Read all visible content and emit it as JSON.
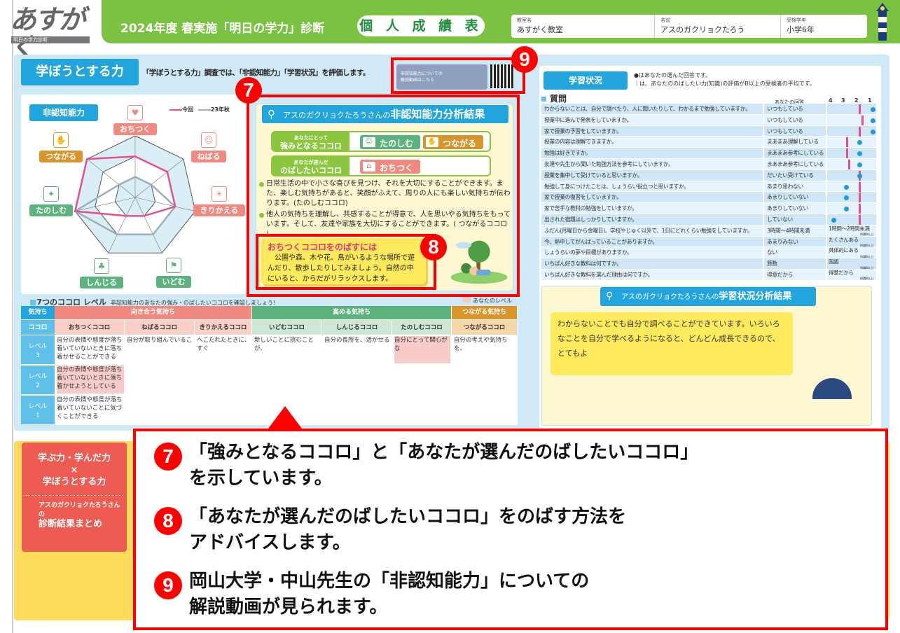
{
  "header": {
    "logo": "あすがく",
    "logo_sub": "明日の学力診断",
    "title": "2024年度 春実施「明日の学力」診断",
    "report": "個 人 成 績 表",
    "info": [
      {
        "label": "教室名",
        "value": "あすがく教室"
      },
      {
        "label": "名前",
        "value": "アスのガクリョクたろう"
      },
      {
        "label": "受検学年",
        "value": "小学6年"
      }
    ]
  },
  "section": {
    "title": "学ぼうとする力",
    "desc": "「学ぼうとする力」調査では、「非認知能力」「学習状況」を評価します。",
    "video_label": "非認知能力についての解説動画はこちら"
  },
  "radar": {
    "title": "非認知能力",
    "legend": [
      "今回",
      "23年秋"
    ],
    "axes": [
      {
        "label": "おちつく",
        "icon": "house-heart-icon",
        "color": "#f08a80"
      },
      {
        "label": "ねばる",
        "icon": "person-icon",
        "color": "#f08a80"
      },
      {
        "label": "きりかえる",
        "icon": "lightbulb-icon",
        "color": "#f08a80"
      },
      {
        "label": "いどむ",
        "icon": "flag-icon",
        "color": "#5db37e"
      },
      {
        "label": "しんじる",
        "icon": "clover-icon",
        "color": "#5db37e"
      },
      {
        "label": "たのしむ",
        "icon": "cheer-icon",
        "color": "#5db37e"
      },
      {
        "label": "つながる",
        "icon": "handshake-icon",
        "color": "#d9952a"
      }
    ],
    "max": 3,
    "current": [
      2,
      2,
      2,
      1,
      1,
      3,
      3
    ],
    "previous": [
      1,
      1,
      2,
      2,
      2,
      3,
      1
    ],
    "colors": {
      "current": "#e6508a",
      "previous": "#9aafba"
    }
  },
  "analysis": {
    "name_prefix": "アスのガクリョクたろうさんの",
    "title": "非認知能力分析結果",
    "strength_label_small": "あなたにとって",
    "strength_label": "強みとなるココロ",
    "strengths": [
      "たのしむ",
      "つながる"
    ],
    "grow_label_small": "あなたが選んだ",
    "grow_label": "のばしたいココロ",
    "grow": "おちつく",
    "bullets": [
      "日常生活の中で小さな喜びを見つけ、それを大切にすることができます。また、楽しむ気持ちがあると、笑顔がふえて、周りの人にも楽しい気持ちが伝わります。(たのしむココロ)",
      "他人の気持ちを理解し、共感することが得意で、人を思いやる気持ちをもっています。そして、友達や家族を大切にすることができます。( つながるココロ )"
    ],
    "advice_title": "おちつくココロをのばすには",
    "advice": "公園や森、木や花、鳥がいるような場所で遊んだり、散歩したりしてみましょう。自然の中にいると、からだがリラックスします。"
  },
  "levels": {
    "title": "7つのココロ レベル",
    "subtitle": "非認知能力のあなたの強み・のばしたいココロを確認しましょう!",
    "legend": "あなたのレベル",
    "row_kimochi": "気持ち",
    "row_kokoro": "ココロ",
    "groups": [
      {
        "label": "向き合う気持ち",
        "color": "#f08a80"
      },
      {
        "label": "高める気持ち",
        "color": "#5db37e"
      },
      {
        "label": "つながる気持ち",
        "color": "#d9952a"
      }
    ],
    "kokoro": [
      "おちつくココロ",
      "ねばるココロ",
      "きりかえるココロ",
      "いどむココロ",
      "しんじるココロ",
      "たのしむココロ",
      "つながるココロ"
    ],
    "level_labels": [
      "レベル3",
      "レベル2",
      "レベル1"
    ],
    "level3": [
      "自分の表情や態度が落ち着いていないときに落ち着かせることができる",
      "自分が取り組んでいるこ",
      "へこたれたときに、すぐ",
      "新しいことに挑むことが、",
      "自分の長所を、活かせる",
      "自分にとって関心がな",
      "自分の考えや気持ちを、"
    ],
    "level2": "自分の表情や態度が落ち着いていないときに落ち着かせようとしている",
    "level1": "自分の表情や態度が落ち着いていないことに気づくことができる"
  },
  "status": {
    "title": "学習状況",
    "note1": "●はあなたの選んだ回答です。",
    "note2": "｜は、あなたののばしたい力(知識)の評価がB以上の受検者の平均です。",
    "q_header": "質問",
    "answer_header": "あなたの回答",
    "scale": [
      "4",
      "3",
      "2",
      "1"
    ],
    "rows": [
      {
        "q": "わからないことは、自分で調べたり、人に聞いたりして、わかるまで勉強していますか。",
        "a": "いつもしている",
        "you": 1,
        "avg": 2
      },
      {
        "q": "授業中に進んで発表をしていますか。",
        "a": "いつもしている",
        "you": 1,
        "avg": 1.8
      },
      {
        "q": "家で授業の予習をしていますか。",
        "a": "いつもしている",
        "you": 1,
        "avg": 2
      },
      {
        "q": "授業の内容は理解できますか。",
        "a": "まあまあ理解している",
        "you": 2,
        "avg": 3
      },
      {
        "q": "勉強は好きですか。",
        "a": "まあまあ参考にしている",
        "you": 2,
        "avg": 3
      },
      {
        "q": "友達や先生から聞いた勉強方法を参考にしていますか。",
        "a": "まあまあ参考にしている",
        "you": 2,
        "avg": 2.8
      },
      {
        "q": "授業を集中して受けていると思いますか。",
        "a": "だいたい受けている",
        "you": 2,
        "avg": 2
      },
      {
        "q": "勉強して身につけたことは、しょうらい役立つと思いますか。",
        "a": "あまり思わない",
        "you": 3,
        "avg": 2
      },
      {
        "q": "家で授業の復習をしていますか。",
        "a": "あまりしていない",
        "you": 3,
        "avg": 2
      },
      {
        "q": "家で苦手な教科の勉強をしていますか。",
        "a": "あまりしていない",
        "you": 3,
        "avg": 2
      },
      {
        "q": "出された宿題はしっかりしていますか。",
        "a": "していない",
        "you": 4,
        "avg": 2
      },
      {
        "q": "ふだん(月曜日から金曜日)、学校やじゅく以外で、1日にどれくらい勉強をしていますか。",
        "a": "3時間〜4時間未満",
        "text": "1時間〜2時間未満",
        "note": "(知識B以上)"
      },
      {
        "q": "今、熱中してがんばっていることがありますか。",
        "a": "あまりみない",
        "text": "たくさんある",
        "note": "(知識B以上)"
      },
      {
        "q": "しょうらいの夢や目標がありますか。",
        "a": "ない",
        "text": "具体的にある",
        "note": "(知識B以上)"
      },
      {
        "q": "いちばん好きな教科は何ですか。",
        "a": "算数",
        "text": "国語",
        "note": "(知識B以上)"
      },
      {
        "q": "いちばん好きな教科を選んだ理由は何ですか。",
        "a": "得意だから",
        "text": "得意だから",
        "note": "(知識B以上)"
      }
    ],
    "analysis_prefix": "アスのガクリョクたろうさんの",
    "analysis_title": "学習状況分析結果",
    "analysis_text": "わからないことでも自分で調べることができています。いろいろなことを自分で学べるようになると、どんどん成長できるので、とてもよ"
  },
  "bottom": {
    "line1": "学ぶ力・学んだ力",
    "times": "×",
    "line2": "学ぼうとする力",
    "small": "アスのガクリョクたろうさんの",
    "big": "診断結果まとめ"
  },
  "callouts": {
    "badges": [
      "7",
      "8",
      "9"
    ],
    "items": [
      {
        "num": "7",
        "lines": [
          "「強みとなるココロ」と「あなたが選んだのばしたいココロ」",
          "を示しています。"
        ]
      },
      {
        "num": "8",
        "lines": [
          "「あなたが選んだのばしたいココロ」をのばす方法を",
          "アドバイスします。"
        ]
      },
      {
        "num": "9",
        "lines": [
          "岡山大学・中山先生の「非認知能力」についての",
          "解説動画が見られます。"
        ]
      }
    ]
  }
}
